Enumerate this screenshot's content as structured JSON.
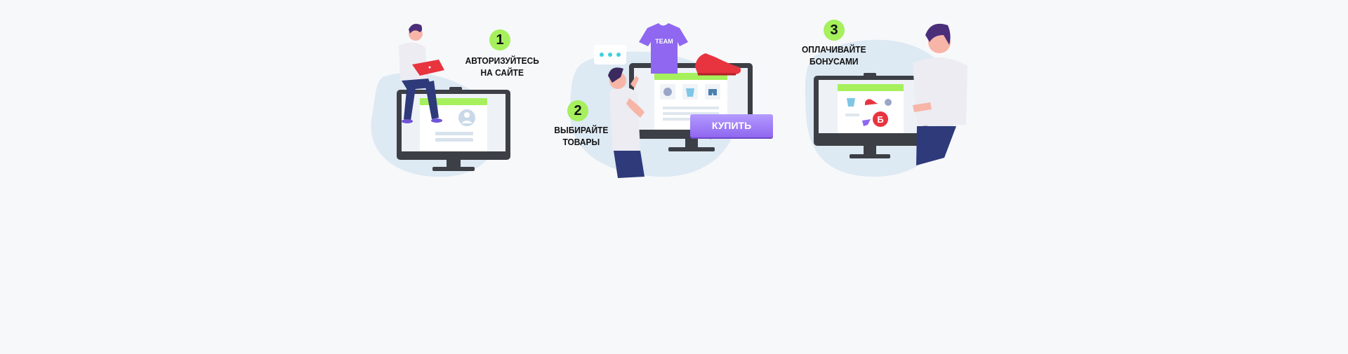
{
  "steps": [
    {
      "number": "1",
      "text_line1": "АВТОРИЗУЙТЕСЬ",
      "text_line2": "НА САЙТЕ"
    },
    {
      "number": "2",
      "text_line1": "ВЫБИРАЙТЕ",
      "text_line2": "ТОВАРЫ"
    },
    {
      "number": "3",
      "text_line1": "ОПЛАЧИВАЙТЕ",
      "text_line2": "БОНУСАМИ"
    }
  ],
  "buy_button": {
    "label": "КУПИТЬ"
  },
  "tshirt_print": "TEAM",
  "bonus_badge": "Б",
  "colors": {
    "accent_green": "#a5f05c",
    "purple": "#8f67f0",
    "blob": "#dde9f3",
    "monitor": "#3c3f45",
    "red": "#e7343f"
  }
}
